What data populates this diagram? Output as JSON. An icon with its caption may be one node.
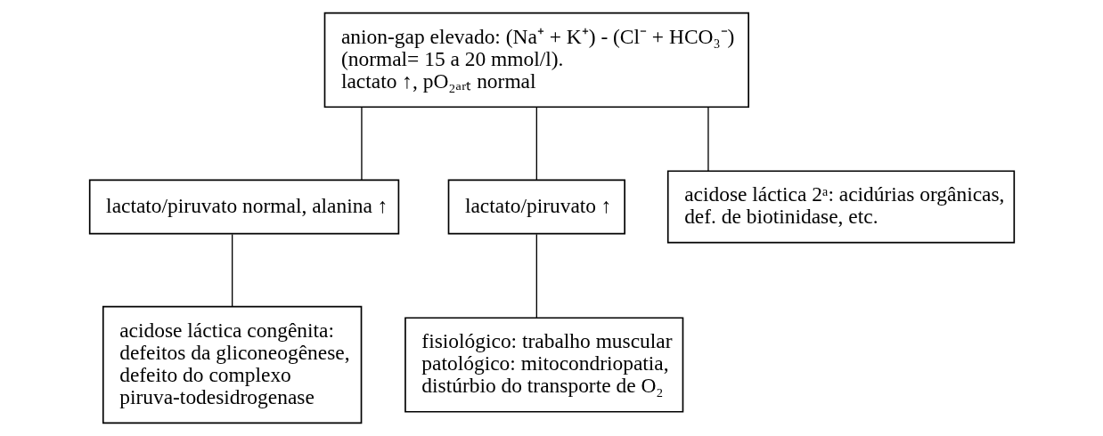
{
  "diagram": {
    "nodes": [
      {
        "text": [
          "anion-gap elevado: (Na⁺ + K⁺) - (Cl⁻ + HCO₃⁻) (normal= 15 a 20 mmol/l).",
          "lactato ↑, pO₂ₐᵣₜ normal"
        ]
      },
      {
        "text": [
          "lactato/piruvato normal, alanina ↑"
        ]
      },
      {
        "text": [
          "lactato/piruvato ↑"
        ]
      },
      {
        "text": [
          "acidose láctica 2ᵃ: acidúrias orgânicas, def. de biotinidase, etc."
        ]
      },
      {
        "text": [
          "acidose láctica congênita: defeitos da gliconeogênese, defeito do complexo piruva-todesidrogenase"
        ]
      },
      {
        "text": [
          "fisiológico: trabalho muscular",
          "patológico: mitocondriopatia, distúrbio do transporte de O₂"
        ]
      }
    ],
    "edges": [
      {
        "from": 0,
        "to": 1,
        "arrow": "none"
      },
      {
        "from": 0,
        "to": 2,
        "arrow": "none"
      },
      {
        "from": 0,
        "to": 3,
        "arrow": "none"
      },
      {
        "from": 1,
        "to": 4,
        "arrow": "none"
      },
      {
        "from": 2,
        "to": 5,
        "arrow": "none"
      }
    ]
  }
}
